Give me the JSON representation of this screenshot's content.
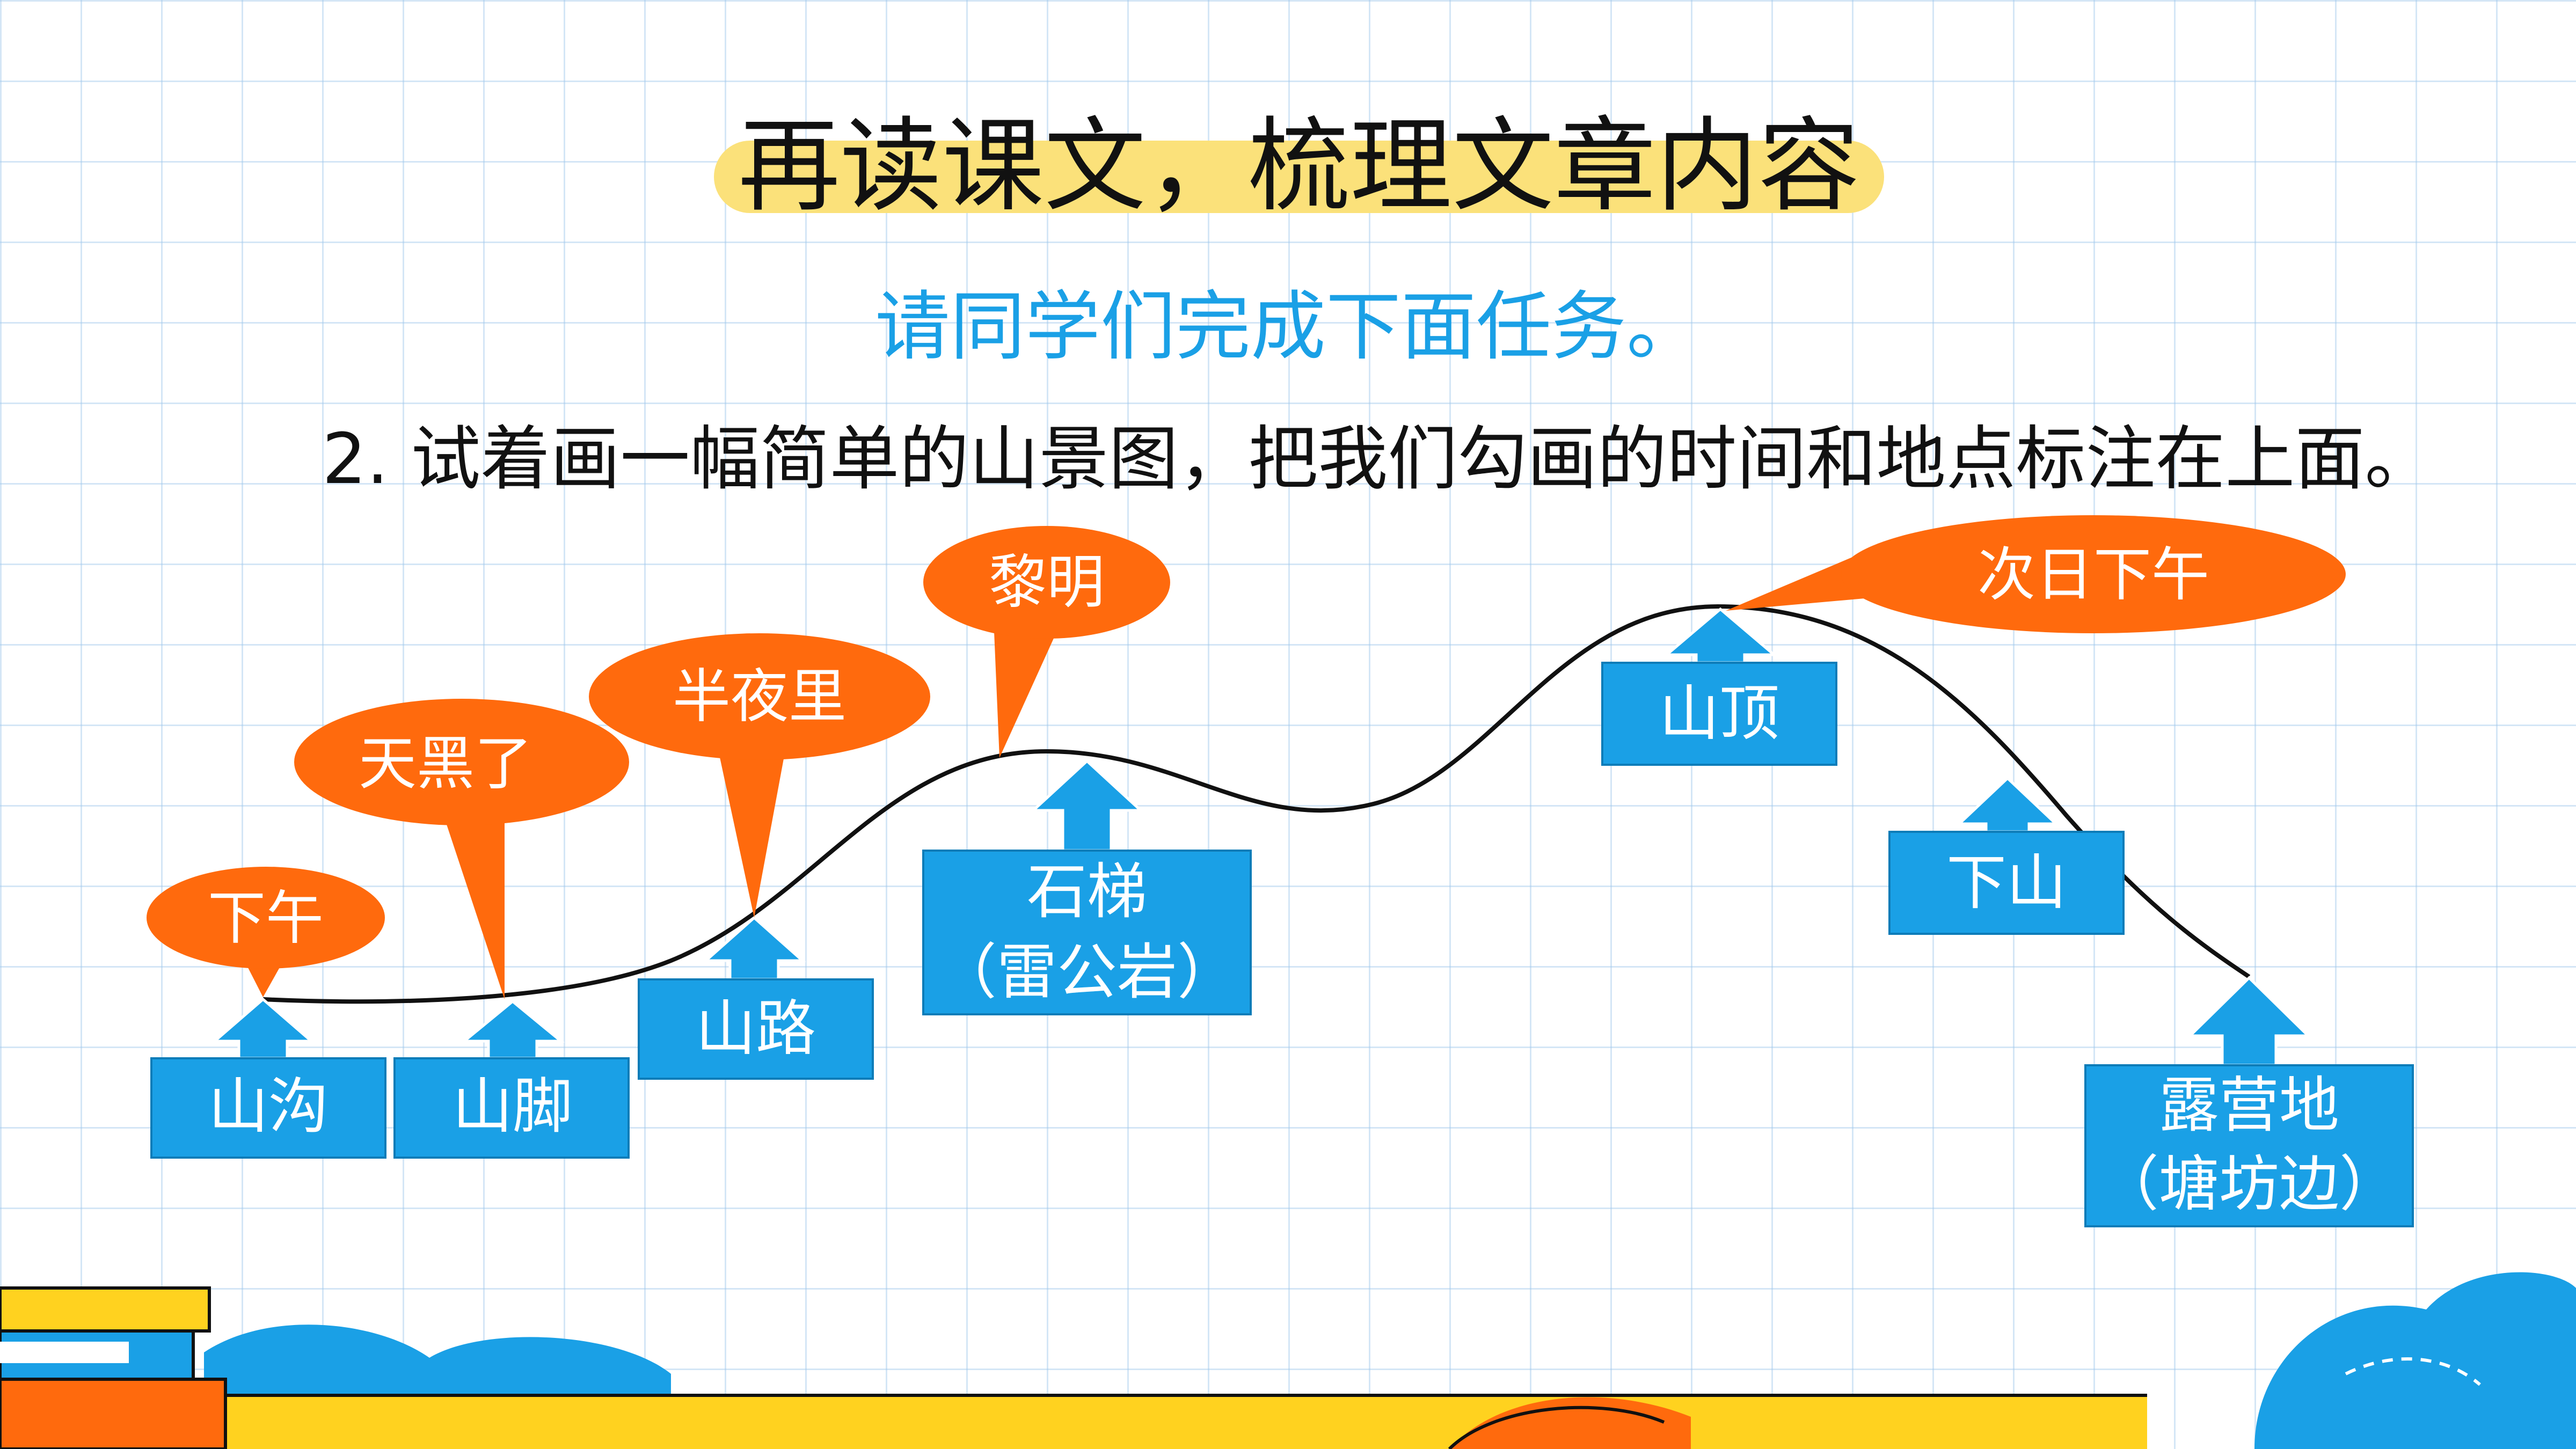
{
  "title": "再读课文，梳理文章内容",
  "subtitle": "请同学们完成下面任务。",
  "task": "2. 试着画一幅简单的山景图，把我们勾画的时间和地点标注在上面。",
  "colors": {
    "place_box": "#1aa0e6",
    "time_bubble": "#ff6a0d",
    "subtitle": "#1aa0e6",
    "title_highlight": "#fbe17a",
    "mountain_line": "#111111"
  },
  "places": [
    {
      "id": "shangou",
      "lines": [
        "山沟"
      ]
    },
    {
      "id": "shanjiao",
      "lines": [
        "山脚"
      ]
    },
    {
      "id": "shanlu",
      "lines": [
        "山路"
      ]
    },
    {
      "id": "shiti",
      "lines": [
        "石梯",
        "（雷公岩）"
      ]
    },
    {
      "id": "shanding",
      "lines": [
        "山顶"
      ]
    },
    {
      "id": "xiashan",
      "lines": [
        "下山"
      ]
    },
    {
      "id": "luyingdi",
      "lines": [
        "露营地",
        "（塘坊边）"
      ]
    }
  ],
  "times": [
    {
      "id": "xiawu",
      "text": "下午"
    },
    {
      "id": "tianhei",
      "text": "天黑了"
    },
    {
      "id": "banye",
      "text": "半夜里"
    },
    {
      "id": "liming",
      "text": "黎明"
    },
    {
      "id": "ciri",
      "text": "次日下午"
    }
  ]
}
